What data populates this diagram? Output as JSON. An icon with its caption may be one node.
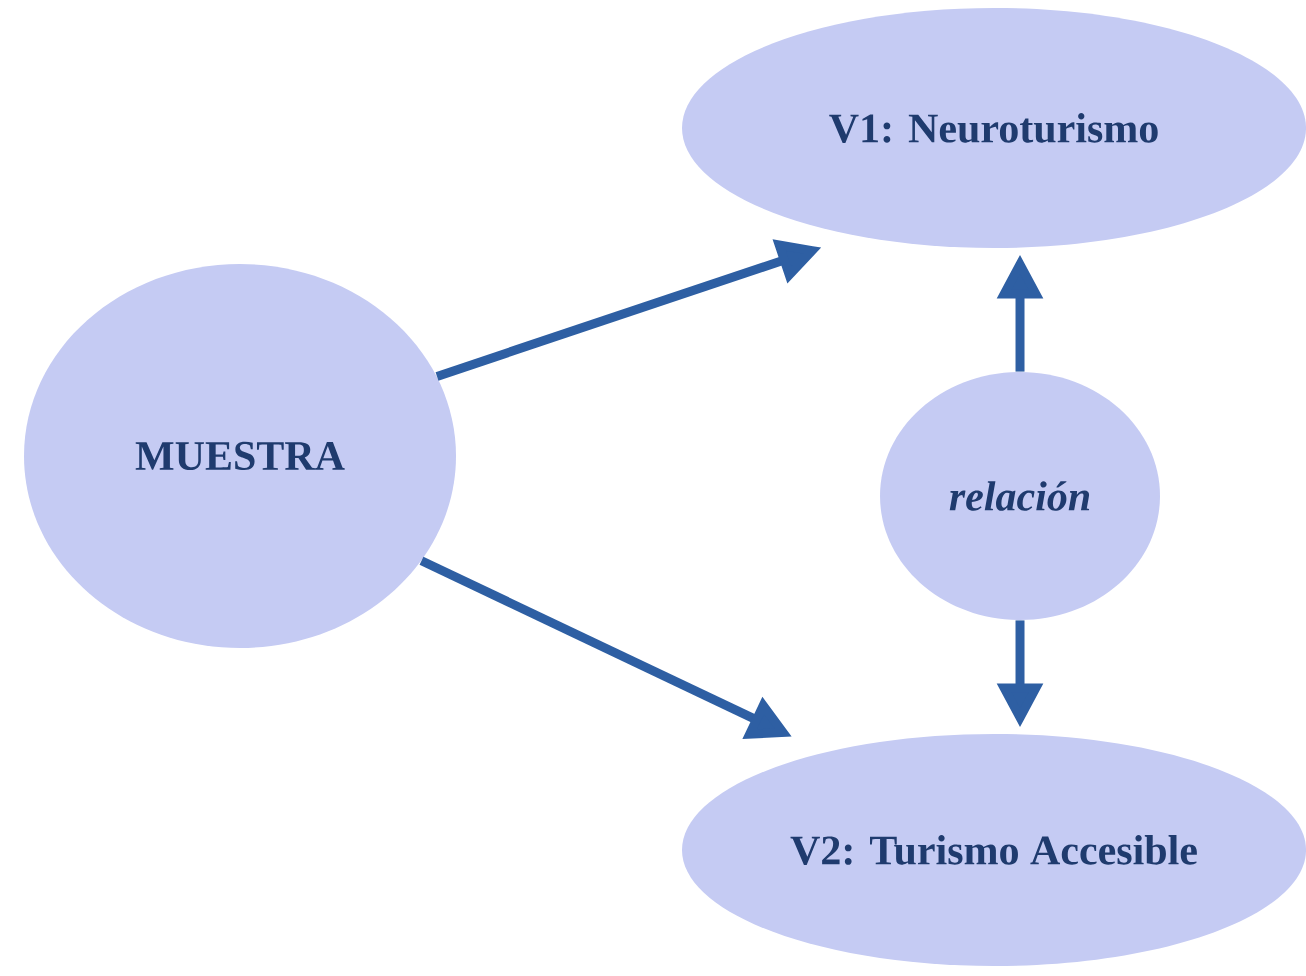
{
  "diagram": {
    "nodes": [
      {
        "text": [
          "MUESTRA"
        ]
      },
      {
        "text": [
          "V1: Neuroturismo"
        ]
      },
      {
        "text": [
          "relación"
        ]
      },
      {
        "text": [
          "V2: Turismo Accesible"
        ]
      }
    ],
    "edges": [
      {
        "from": 0,
        "to": 1,
        "arrow": "to"
      },
      {
        "from": 0,
        "to": 3,
        "arrow": "to"
      },
      {
        "from": 2,
        "to": 1,
        "arrow": "to"
      },
      {
        "from": 2,
        "to": 3,
        "arrow": "to"
      }
    ]
  }
}
